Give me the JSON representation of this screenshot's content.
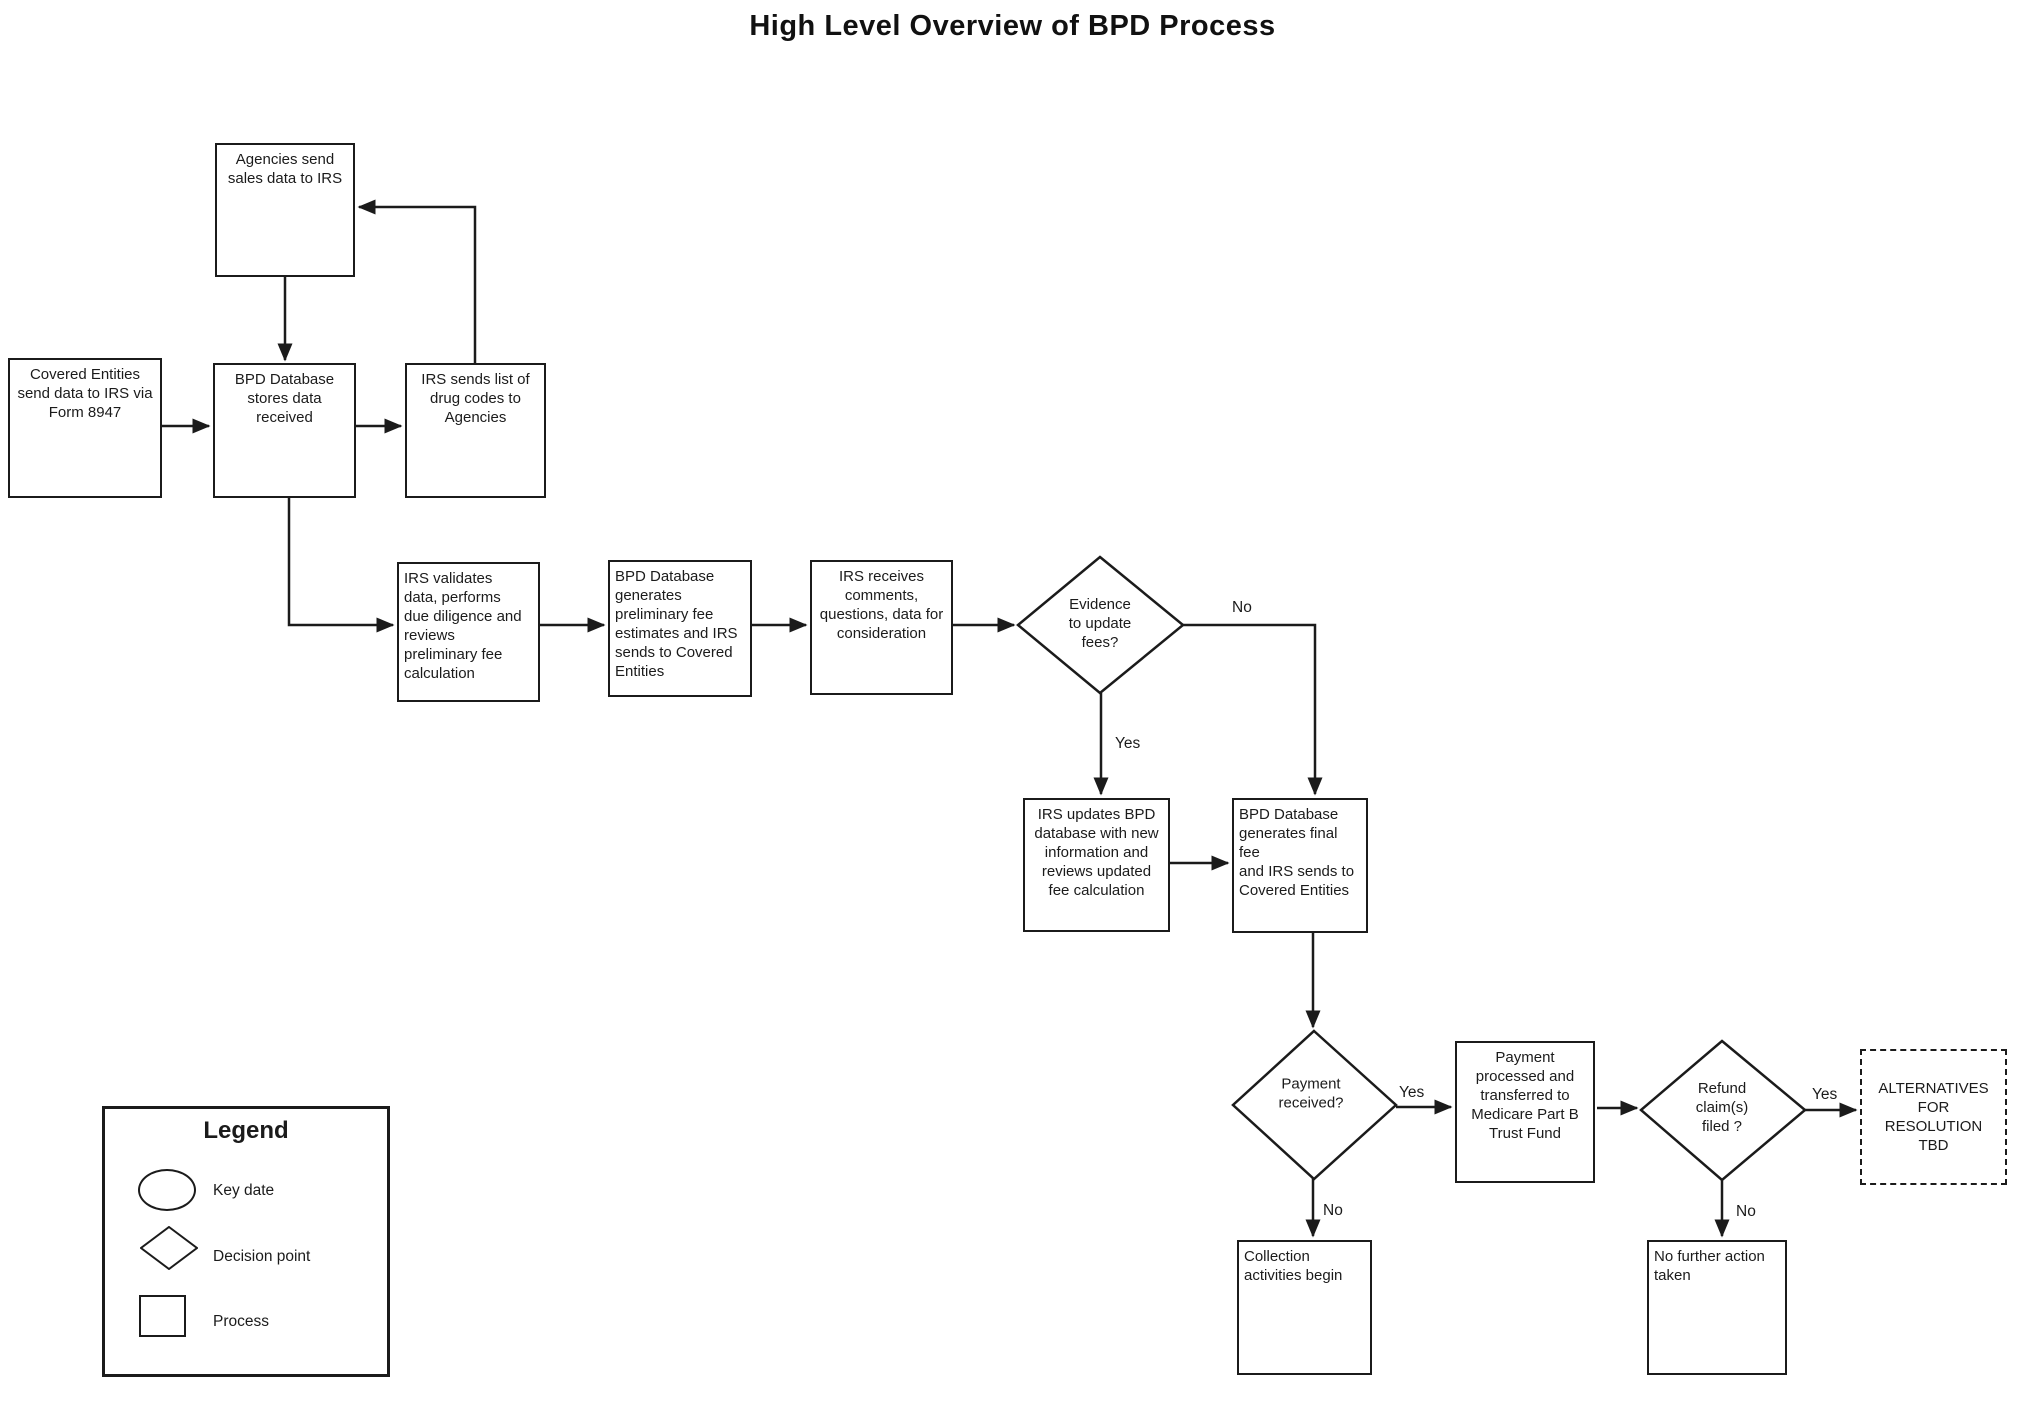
{
  "title": "High Level Overview of BPD Process",
  "colors": {
    "ink": "#1b1b1b",
    "background": "#ffffff"
  },
  "nodes": {
    "agencies": {
      "label": "Agencies send\nsales data to IRS",
      "type": "process"
    },
    "covered_entities": {
      "label": "Covered Entities\nsend data to IRS via\nForm 8947",
      "type": "process"
    },
    "bpd_stores": {
      "label": "BPD Database\nstores data\nreceived",
      "type": "process"
    },
    "irs_sends_codes": {
      "label": "IRS sends list of\ndrug codes to\nAgencies",
      "type": "process"
    },
    "irs_validates": {
      "label": "IRS validates\ndata, performs\ndue diligence and\nreviews\npreliminary fee\ncalculation",
      "type": "process"
    },
    "bpd_preliminary": {
      "label": "BPD Database\ngenerates\npreliminary fee\nestimates and IRS\nsends to Covered\nEntities",
      "type": "process"
    },
    "irs_receives": {
      "label": "IRS receives\ncomments,\nquestions, data for\nconsideration",
      "type": "process"
    },
    "evidence_decision": {
      "label": "Evidence\nto update\nfees?",
      "type": "decision"
    },
    "irs_updates": {
      "label": "IRS updates BPD\ndatabase with new\ninformation and\nreviews updated\nfee calculation",
      "type": "process"
    },
    "bpd_final": {
      "label": "BPD Database\ngenerates final\nfee\nand IRS sends to\nCovered Entities",
      "type": "process"
    },
    "payment_decision": {
      "label": "Payment\nreceived?",
      "type": "decision"
    },
    "payment_processed": {
      "label": "Payment\nprocessed and\ntransferred to\nMedicare Part B\nTrust Fund",
      "type": "process"
    },
    "refund_decision": {
      "label": "Refund\nclaim(s)\nfiled ?",
      "type": "decision"
    },
    "alternatives": {
      "label": "ALTERNATIVES\nFOR\nRESOLUTION\nTBD",
      "type": "process-dashed"
    },
    "collection": {
      "label": "Collection\nactivities begin",
      "type": "process"
    },
    "no_further_action": {
      "label": "No further action\ntaken",
      "type": "process"
    }
  },
  "edge_labels": {
    "evidence_no": "No",
    "evidence_yes": "Yes",
    "payment_yes": "Yes",
    "payment_no": "No",
    "refund_yes": "Yes",
    "refund_no": "No"
  },
  "legend": {
    "title": "Legend",
    "items": [
      {
        "shape": "ellipse",
        "label": "Key date"
      },
      {
        "shape": "diamond",
        "label": "Decision point"
      },
      {
        "shape": "square",
        "label": "Process"
      }
    ]
  }
}
